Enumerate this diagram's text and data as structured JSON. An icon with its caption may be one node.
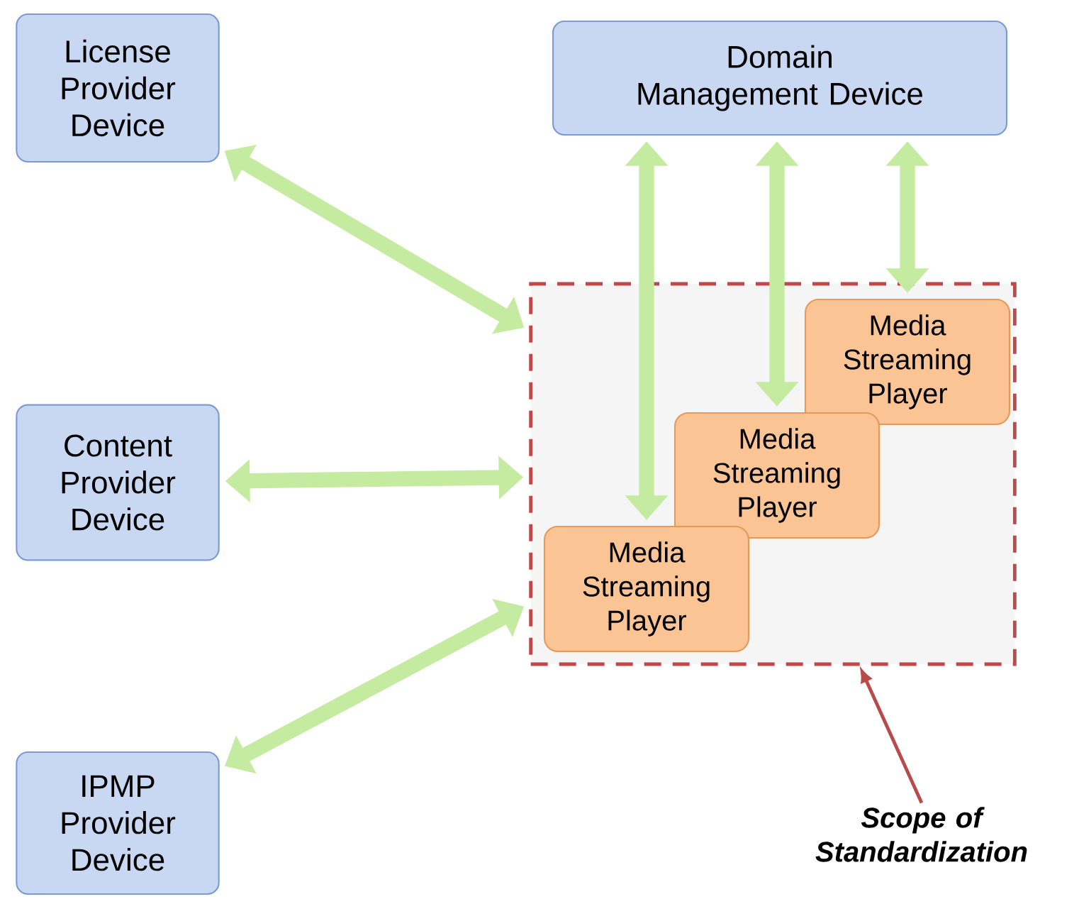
{
  "diagram": {
    "nodes": [
      {
        "text": [
          "License Provider Device"
        ]
      },
      {
        "text": [
          "Domain Management Device"
        ]
      },
      {
        "text": [
          "Content Provider Device"
        ]
      },
      {
        "text": [
          "IPMP Provider Device"
        ]
      },
      {
        "text": [],
        "shape": "box"
      },
      {
        "text": [
          "Media Streaming Player"
        ],
        "in": 4
      },
      {
        "text": [
          "Media Streaming Player"
        ],
        "in": 4
      },
      {
        "text": [
          "Media Streaming Player"
        ],
        "in": 4
      },
      {
        "text": [
          "Scope of Standardization"
        ]
      }
    ],
    "edges": [
      {
        "from": 0,
        "to": 4,
        "arrow": "both"
      },
      {
        "from": 2,
        "to": 4,
        "arrow": "both"
      },
      {
        "from": 3,
        "to": 4,
        "arrow": "both"
      },
      {
        "from": 1,
        "to": 7,
        "arrow": "both"
      },
      {
        "from": 1,
        "to": 6,
        "arrow": "both"
      },
      {
        "from": 1,
        "to": 5,
        "arrow": "both"
      },
      {
        "from": 8,
        "to": 4,
        "arrow": "to",
        "color": "#b84a4a"
      }
    ]
  }
}
